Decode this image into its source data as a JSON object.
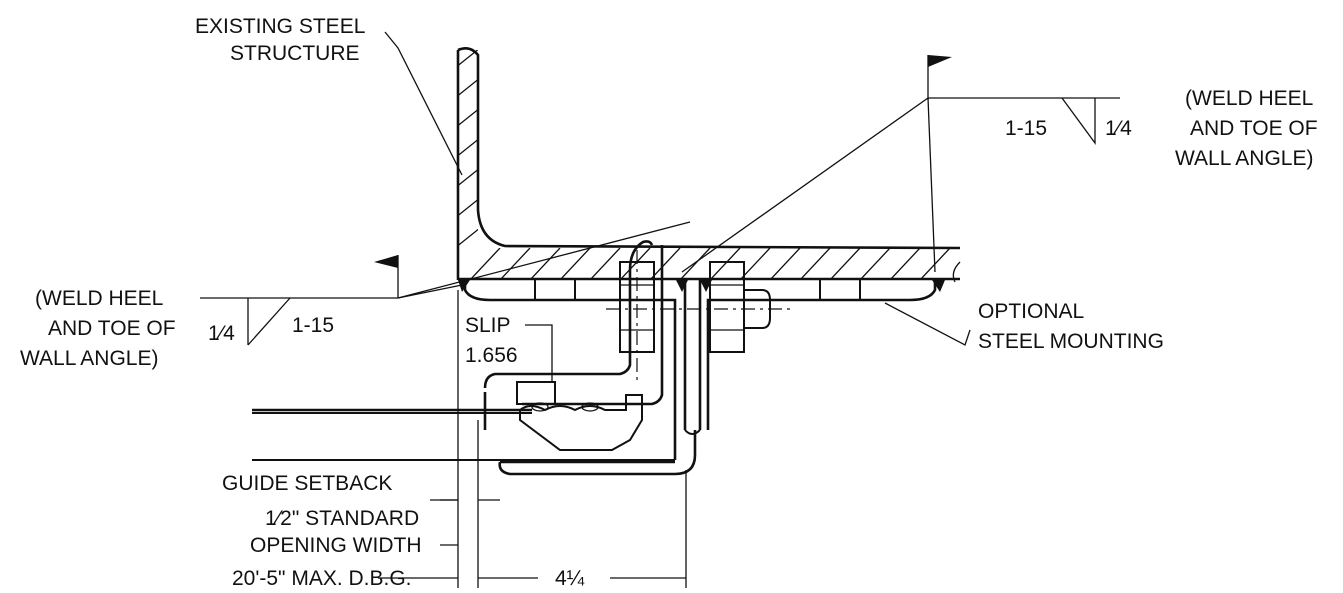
{
  "labels": {
    "existing_line1": "EXISTING STEEL",
    "existing_line2": "STRUCTURE",
    "weld_right_1": "(WELD HEEL",
    "weld_right_2": "AND TOE OF",
    "weld_right_3": "WALL ANGLE)",
    "weld_left_1": "(WELD HEEL",
    "weld_left_2": "AND TOE OF",
    "weld_left_3": "WALL ANGLE)",
    "weld_right_len": "1-15",
    "weld_right_size": "1⁄4",
    "weld_left_len": "1-15",
    "weld_left_size": "1⁄4",
    "slip_line1": "SLIP",
    "slip_line2": "1.656",
    "optional_line1": "OPTIONAL",
    "optional_line2": "STEEL MOUNTING",
    "guide_setback": "GUIDE SETBACK",
    "half_standard": "1⁄2\" STANDARD",
    "opening_width": "OPENING WIDTH",
    "dbg": "20'-5\" MAX. D.B.G.",
    "dim_4_1_4": "4¼"
  }
}
